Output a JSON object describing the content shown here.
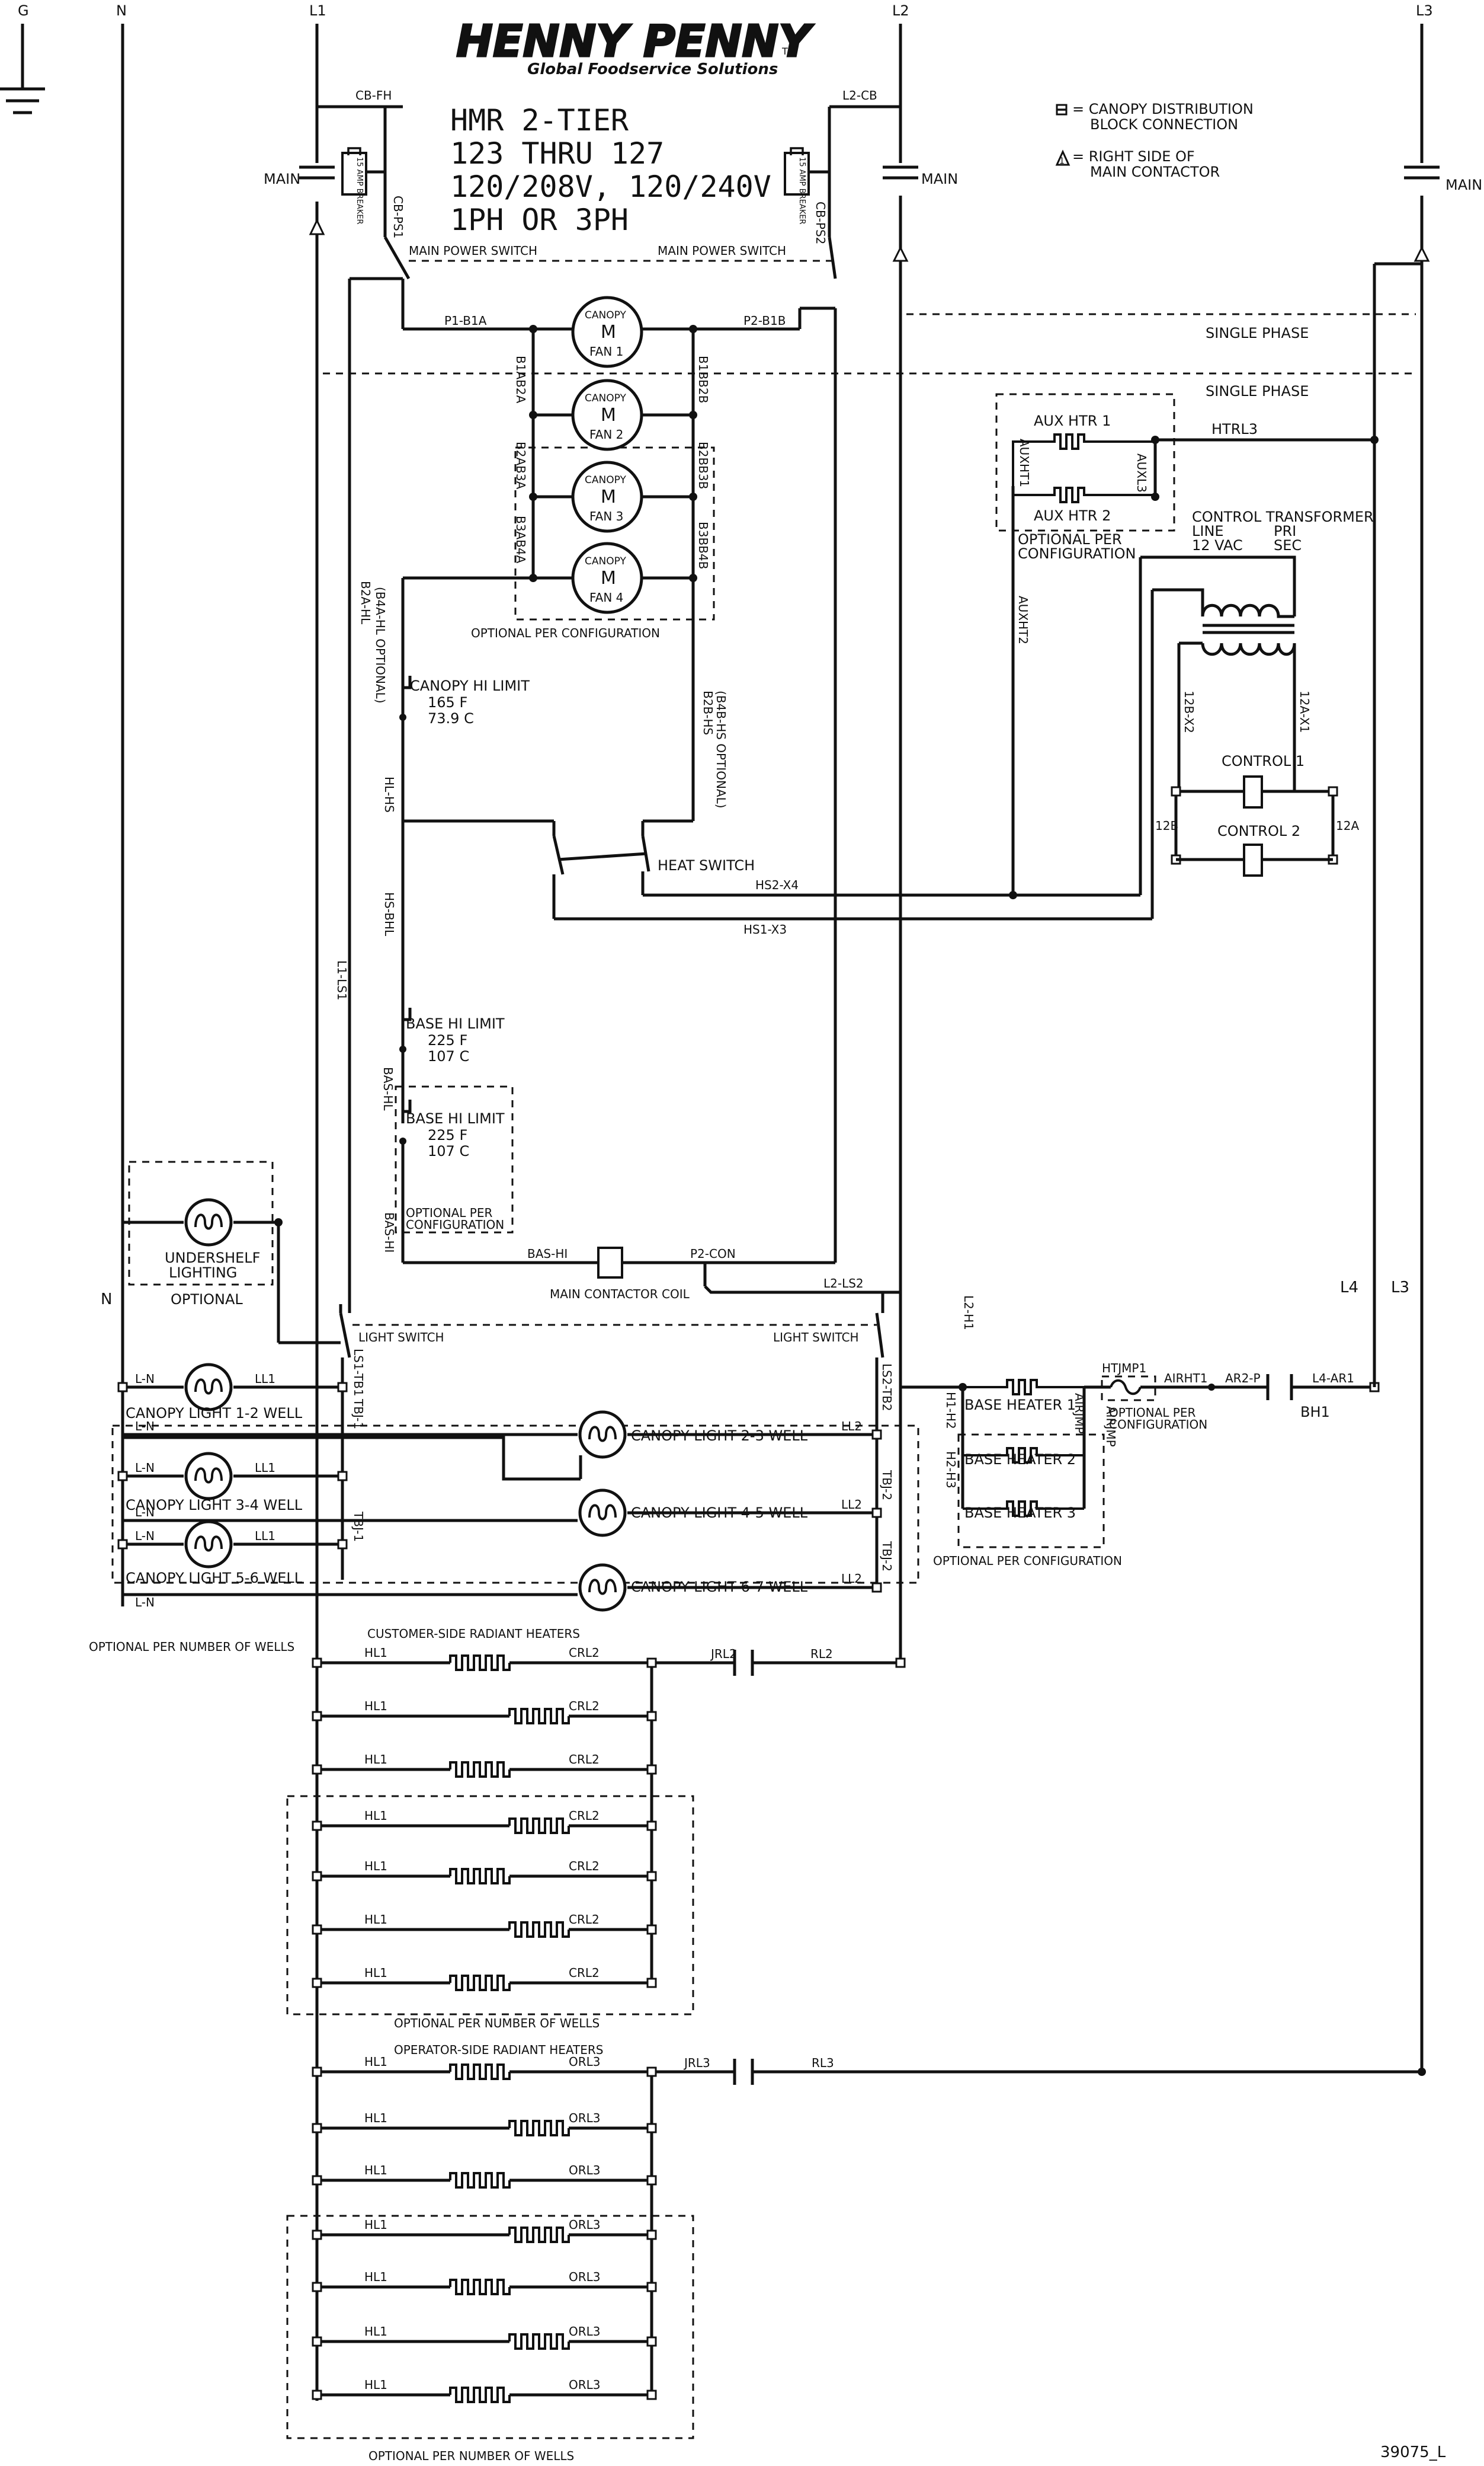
{
  "brand": {
    "logo": "HENNY PENNY",
    "tagline": "Global Foodservice Solutions",
    "tm": "TM"
  },
  "title_lines": [
    "HMR 2-TIER",
    "123 THRU 127",
    "120/208V, 120/240V",
    "1PH OR 3PH"
  ],
  "legend": {
    "block": [
      "= CANOPY DISTRIBUTION",
      "BLOCK CONNECTION"
    ],
    "contactor": [
      "= RIGHT SIDE OF",
      "MAIN CONTACTOR"
    ]
  },
  "rails": {
    "g": "G",
    "n": "N",
    "l1": "L1",
    "l2": "L2",
    "l3": "L3"
  },
  "main_left": "MAIN",
  "main_right": "MAIN",
  "main_l3": "MAIN",
  "breaker_left": "15 AMP BREAKER",
  "breaker_right": "15 AMP BREAKER",
  "wires": {
    "cb_fh": "CB-FH",
    "l2_cb": "L2-CB",
    "cb_ps1": "CB-PS1",
    "cb_ps2": "CB-PS2",
    "p1_b1a": "P1-B1A",
    "p2_b1b": "P2-B1B",
    "b1a_b2a": "B1AB2A",
    "b1b_b2b": "B1BB2B",
    "b2a_b3a": "B2AB3A",
    "b2b_b3b": "B2BB3B",
    "b3a_b4a": "B3AB4A",
    "b3b_b4b": "B3BB4B",
    "b2a_hl": "B2A-HL",
    "b4a_hl": "(B4A-HL OPTIONAL)",
    "b2b_hs": "B2B-HS",
    "b4b_hs": "(B4B-HS OPTIONAL)",
    "hl_hs": "HL-HS",
    "hs_bhl": "HS-BHL",
    "l1_ls1": "L1-LS1",
    "bas_hl": "BAS-HL",
    "bas_hi": "BAS-HI",
    "bas_hi2": "BAS-HI",
    "p2_con": "P2-CON",
    "l2_ls2": "L2-LS2",
    "hs2_x4": "HS2-X4",
    "hs1_x3": "HS1-X3",
    "htrl3": "HTRL3",
    "auxht1": "AUXHT1",
    "auxl3": "AUXL3",
    "auxht2": "AUXHT2",
    "x2_12b": "12B-X2",
    "x1_12a": "12A-X1",
    "w12b": "12B",
    "w12a": "12A",
    "l2_h1": "L2-H1",
    "h1_h2": "H1-H2",
    "h2_h3": "H2-H3",
    "htjmp1": "HTJMP1",
    "airjmp": "AIRJMP",
    "airjmp2": "AIRJMP",
    "airht1": "AIRHT1",
    "ar2_p": "AR2-P",
    "l4_ar1": "L4-AR1",
    "ls1_tb1": "LS1-TB1",
    "tbj1": "TBJ-1",
    "tbj1b": "TBJ-1",
    "ls2_tb2": "LS2-TB2",
    "tbj2": "TBJ-2",
    "tbj2b": "TBJ-2",
    "jrl2": "JRL2",
    "rl2": "RL2",
    "jrl3": "JRL3",
    "rl3": "RL3"
  },
  "labels": {
    "main_power_switch_l": "MAIN POWER SWITCH",
    "main_power_switch_r": "MAIN POWER SWITCH",
    "single_phase_1": "SINGLE PHASE",
    "single_phase_2": "SINGLE PHASE",
    "optional_fans": "OPTIONAL PER CONFIGURATION",
    "optional_aux": [
      "OPTIONAL PER",
      "CONFIGURATION"
    ],
    "aux_htr_1": "AUX HTR 1",
    "aux_htr_2": "AUX HTR 2",
    "ctrl_transformer": "CONTROL TRANSFORMER",
    "line": "LINE",
    "pri": "PRI",
    "v12": "12 VAC",
    "sec": "SEC",
    "control_1": "CONTROL 1",
    "control_2": "CONTROL 2",
    "canopy_hi_limit": "CANOPY HI LIMIT",
    "chl_f": "165 F",
    "chl_c": "73.9 C",
    "heat_switch": "HEAT SWITCH",
    "base_hi_limit_1": "BASE HI LIMIT",
    "bhl1_f": "225 F",
    "bhl1_c": "107 C",
    "base_hi_limit_2": "BASE HI LIMIT",
    "bhl2_f": "225 F",
    "bhl2_c": "107 C",
    "optional_bhl": [
      "OPTIONAL PER",
      "CONFIGURATION"
    ],
    "main_contactor_coil": "MAIN CONTACTOR COIL",
    "undershelf": [
      "UNDERSHELF",
      "LIGHTING"
    ],
    "optional": "OPTIONAL",
    "n_side": "N",
    "l4": "L4",
    "l3_side": "L3",
    "light_switch_l": "LIGHT SWITCH",
    "light_switch_r": "LIGHT SWITCH",
    "base_heater_1": "BASE HEATER 1",
    "base_heater_2": "BASE HEATER 2",
    "base_heater_3": "BASE HEATER 3",
    "optional_base": [
      "OPTIONAL PER",
      "CONFIGURATION"
    ],
    "optional_base2": "OPTIONAL PER CONFIGURATION",
    "bh1": "BH1",
    "optional_wells_lights": "OPTIONAL PER NUMBER OF WELLS",
    "customer_radiant": "CUSTOMER-SIDE RADIANT HEATERS",
    "optional_wells_1": "OPTIONAL PER NUMBER OF WELLS",
    "operator_radiant": "OPERATOR-SIDE RADIANT HEATERS",
    "optional_wells_2": "OPTIONAL PER NUMBER OF WELLS",
    "drawing_no": "39075_L"
  },
  "fans": [
    {
      "top": "CANOPY",
      "m": "M",
      "name": "FAN 1"
    },
    {
      "top": "CANOPY",
      "m": "M",
      "name": "FAN 2"
    },
    {
      "top": "CANOPY",
      "m": "M",
      "name": "FAN 3"
    },
    {
      "top": "CANOPY",
      "m": "M",
      "name": "FAN 4"
    }
  ],
  "lights": {
    "left": [
      {
        "name": "CANOPY LIGHT 1-2 WELL",
        "n": "L-N",
        "ll": "LL1"
      },
      {
        "name": "CANOPY LIGHT 3-4 WELL",
        "n": "L-N",
        "ll": "LL1"
      },
      {
        "name": "CANOPY LIGHT 5-6 WELL",
        "n": "L-N",
        "ll": "LL1"
      }
    ],
    "right": [
      {
        "name": "CANOPY LIGHT 2-3 WELL",
        "n": "L-N",
        "ll": "LL2"
      },
      {
        "name": "CANOPY LIGHT 4-5 WELL",
        "n": "L-N",
        "ll": "LL2"
      },
      {
        "name": "CANOPY LIGHT 6-7 WELL",
        "n": "L-N",
        "ll": "LL2"
      }
    ]
  },
  "customer_heaters": [
    {
      "l": "HL1",
      "r": "CRL2"
    },
    {
      "l": "HL1",
      "r": "CRL2"
    },
    {
      "l": "HL1",
      "r": "CRL2"
    },
    {
      "l": "HL1",
      "r": "CRL2"
    },
    {
      "l": "HL1",
      "r": "CRL2"
    },
    {
      "l": "HL1",
      "r": "CRL2"
    },
    {
      "l": "HL1",
      "r": "CRL2"
    }
  ],
  "operator_heaters": [
    {
      "l": "HL1",
      "r": "ORL3"
    },
    {
      "l": "HL1",
      "r": "ORL3"
    },
    {
      "l": "HL1",
      "r": "ORL3"
    },
    {
      "l": "HL1",
      "r": "ORL3"
    },
    {
      "l": "HL1",
      "r": "ORL3"
    },
    {
      "l": "HL1",
      "r": "ORL3"
    },
    {
      "l": "HL1",
      "r": "ORL3"
    }
  ]
}
